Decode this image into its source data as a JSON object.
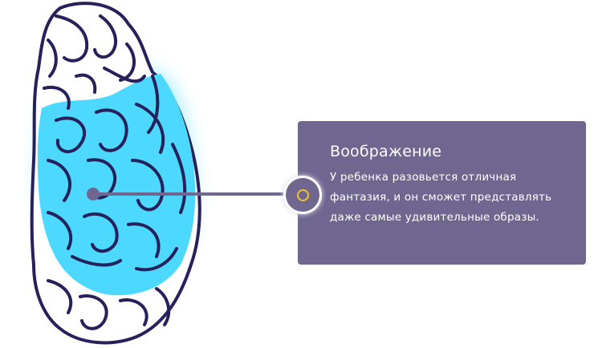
{
  "card": {
    "title": "Воображение",
    "text": "У ребенка разовьется отличная фантазия, и он сможет представлять даже самые удивительные образы."
  },
  "colors": {
    "outline": "#26215a",
    "highlight": "#4dd8ff",
    "card_bg": "#6f6790",
    "marker_ring": "#f2c230",
    "connector": "#6f6790"
  },
  "icons": {
    "brain": "brain-illustration",
    "hotspot": "hotspot-ring-icon"
  }
}
